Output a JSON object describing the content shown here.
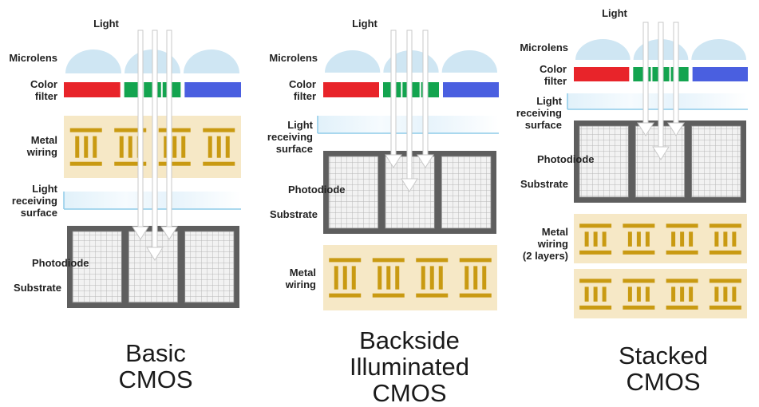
{
  "panels": [
    {
      "title": "Basic\nCMOS",
      "labels": {
        "light": "Light",
        "microlens": "Microlens",
        "color_filter": "Color\nfilter",
        "metal_wiring": "Metal\nwiring",
        "light_receiving_surface": "Light\nreceiving\nsurface",
        "photodiode": "Photodiode",
        "substrate": "Substrate"
      }
    },
    {
      "title": "Backside\nIlluminated\nCMOS",
      "labels": {
        "light": "Light",
        "microlens": "Microlens",
        "color_filter": "Color\nfilter",
        "light_receiving_surface": "Light\nreceiving\nsurface",
        "photodiode": "Photodiode",
        "substrate": "Substrate",
        "metal_wiring": "Metal\nwiring"
      }
    },
    {
      "title": "Stacked\nCMOS",
      "labels": {
        "light": "Light",
        "microlens": "Microlens",
        "color_filter": "Color\nfilter",
        "light_receiving_surface": "Light\nreceiving\nsurface",
        "photodiode": "Photodiode",
        "substrate": "Substrate",
        "metal_wiring": "Metal\nwiring\n(2 layers)"
      }
    }
  ],
  "colors": {
    "microlens": "#cfe6f3",
    "filter_red": "#e8242a",
    "filter_green": "#13a44f",
    "filter_blue": "#4a5fe0",
    "wiring_bg": "#f6e8c6",
    "wiring_metal": "#c99a12",
    "substrate": "#5e5e5e",
    "photodiode_grid": "#b8b8b8",
    "receiving_line": "#8ecbe9",
    "light_ray": "#c9c9c9"
  }
}
